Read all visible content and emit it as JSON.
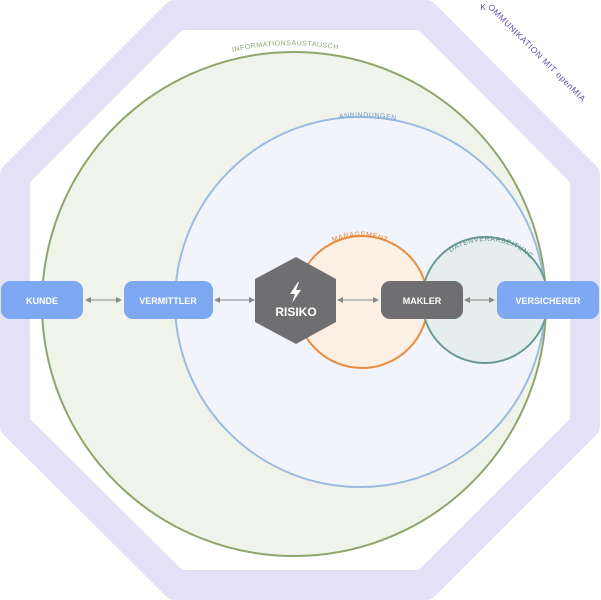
{
  "outer_ring_label": "KOMMUNIKATION MIT openMIA",
  "circles": {
    "information": "INFORMATIONSAUSTAUSCH",
    "connections": "ANBINDUNGEN",
    "management": "MANAGEMENT",
    "data": "DATENVERARBEITUNG"
  },
  "nodes": {
    "kunde": "KUNDE",
    "vermittler": "VERMITTLER",
    "risiko": "RISIKO",
    "makler": "MAKLER",
    "versicherer": "VERSICHERER"
  },
  "icons": {
    "risiko_icon": "lightning-icon"
  },
  "colors": {
    "octagon": "#e4e0f5",
    "information_circle": "#8ea66b",
    "information_fill": "#f0f3ea",
    "connections_circle": "#9bbbe0",
    "connections_fill": "#f1f5fb",
    "management_circle": "#eb8a3c",
    "management_fill": "#fcefe4",
    "data_circle": "#6b9a93",
    "data_fill": "#e6eeed",
    "blue_node": "#7ea7f2",
    "dark_node": "#6f6f72",
    "arrow": "#888888",
    "outer_label": "#6a4fb0"
  }
}
